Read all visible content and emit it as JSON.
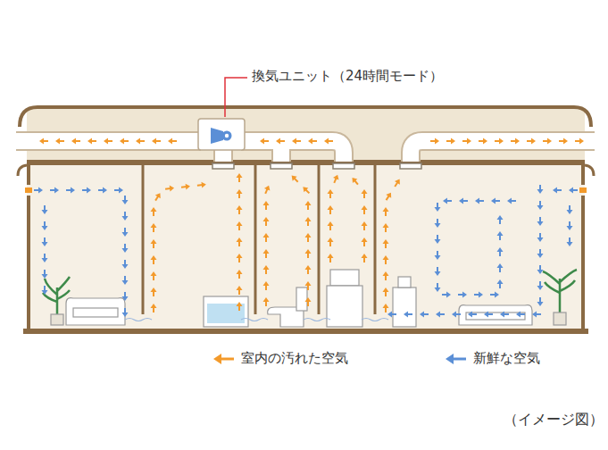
{
  "diagram": {
    "caption": "（イメージ図）",
    "labels": [
      "換気ユニット（24時間モード）"
    ],
    "legend": [
      {
        "text": "室内の汚れた空気"
      },
      {
        "text": "新鮮な空気"
      }
    ]
  }
}
